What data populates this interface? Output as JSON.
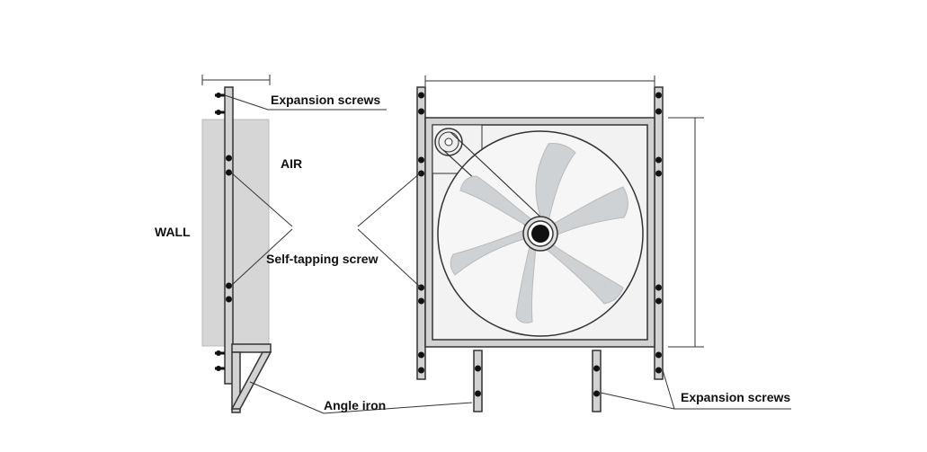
{
  "labels": {
    "expansion_screws_top": "Expansion screws",
    "air": "AIR",
    "wall": "WALL",
    "self_tapping_screw": "Self-tapping screw",
    "angle_iron": "Angle iron",
    "expansion_screws_bottom": "Expansion screws"
  },
  "colors": {
    "line": "#333333",
    "frame_fill": "#d2d2d2",
    "wall_fill": "#d6d6d6",
    "panel_fill": "#f2f2f2",
    "blade_fill": "#cfd2d4",
    "screw": "#111111"
  }
}
